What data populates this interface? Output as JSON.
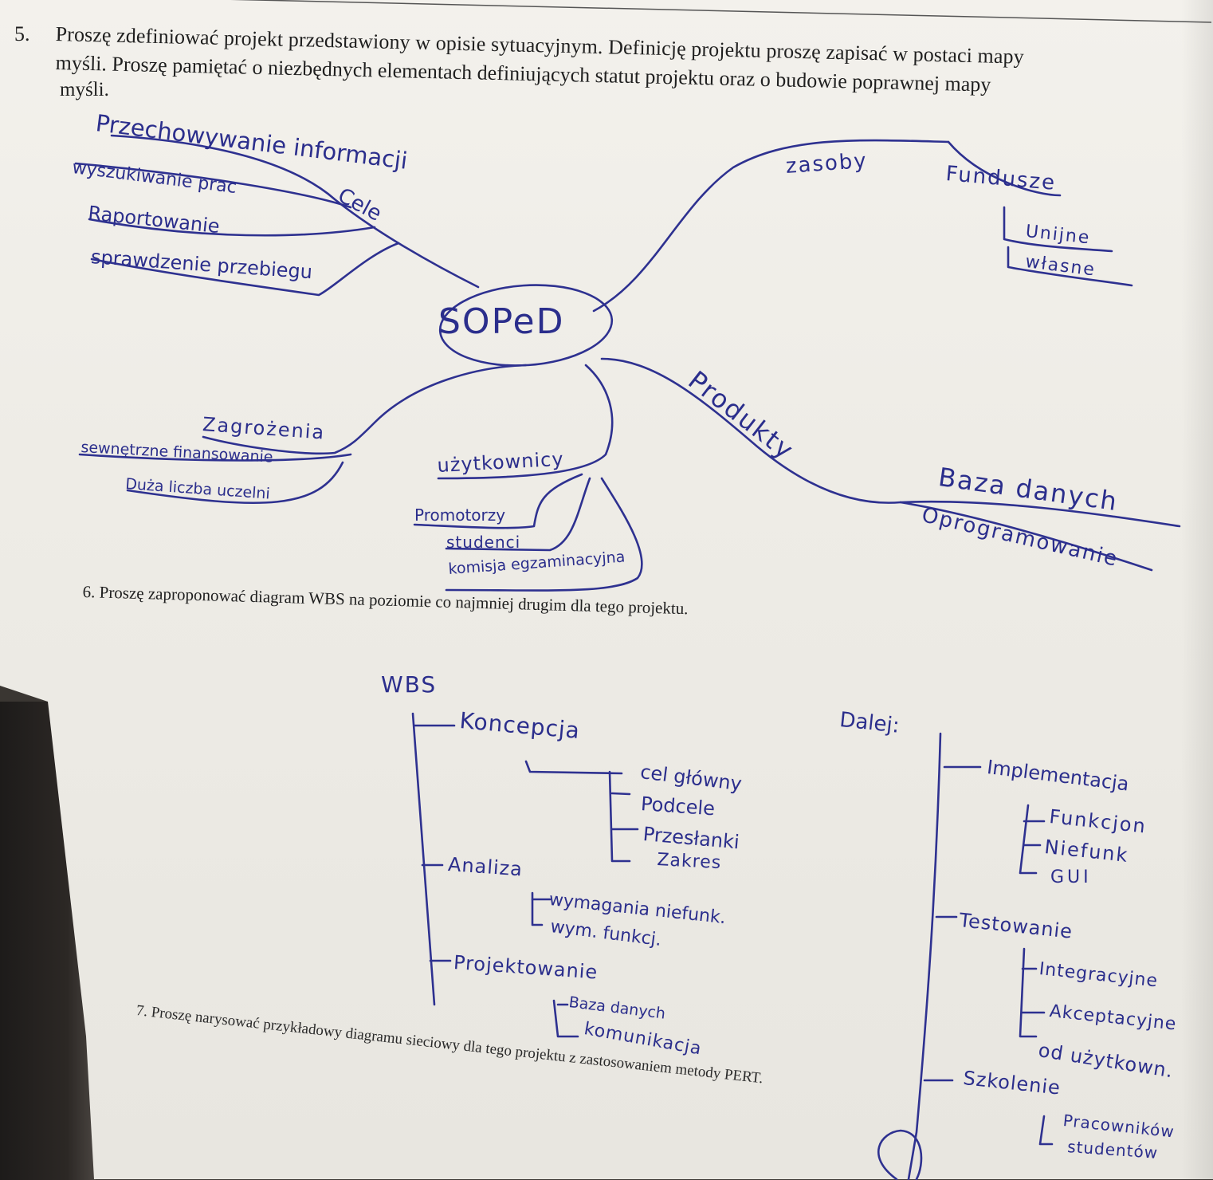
{
  "printed": {
    "q5_number": "5.",
    "q5_line1": "Proszę zdefiniować projekt przedstawiony w opisie sytuacyjnym. Definicję projektu proszę zapisać w postaci mapy",
    "q5_line2": "myśli. Proszę pamiętać o niezbędnych elementach definiujących statut projektu oraz o budowie poprawnej mapy",
    "q5_line3": "myśli.",
    "q6": "6.   Proszę zaproponować diagram WBS na poziomie co najmniej drugim dla tego projektu.",
    "q7": "7.   Proszę narysować przykładowy diagramu sieciowy dla tego projektu z zastosowaniem metody PERT."
  },
  "mindmap": {
    "center": "SOPeD",
    "cele": {
      "label": "Cele",
      "items": [
        "Przechowywanie informacji",
        "wyszukiwanie prac",
        "Raportowanie",
        "sprawdzenie przebiegu"
      ]
    },
    "zasoby": {
      "label": "zasoby",
      "items": [
        "Fundusze",
        "Unijne",
        "własne"
      ]
    },
    "produkty": {
      "label": "Produkty",
      "items": [
        "Baza danych",
        "Oprogramowanie"
      ]
    },
    "zagrozenia": {
      "label": "Zagrożenia",
      "items": [
        "sewnętrzne finansowanie",
        "Duża liczba uczelni"
      ]
    },
    "uzytkownicy": {
      "label": "użytkownicy",
      "items": [
        "Promotorzy",
        "studenci",
        "komisja egzaminacyjna"
      ]
    }
  },
  "wbs": {
    "title": "WBS",
    "dalej": "Dalej:",
    "koncepcja": {
      "label": "Koncepcja",
      "items": [
        "cel główny",
        "Podcele",
        "Przesłanki",
        "Zakres"
      ]
    },
    "analiza": {
      "label": "Analiza",
      "items": [
        "wymagania niefunk.",
        "wym. funkcj."
      ]
    },
    "projektowanie": {
      "label": "Projektowanie",
      "items": [
        "Baza danych",
        "komunikacja"
      ]
    },
    "implementacja": {
      "label": "Implementacja",
      "items": [
        "Funkcjon",
        "Niefunk",
        "GUI"
      ]
    },
    "testowanie": {
      "label": "Testowanie",
      "items": [
        "Integracyjne",
        "Akceptacyjne",
        "od użytkown."
      ]
    },
    "szkolenie": {
      "label": "Szkolenie",
      "items": [
        "Pracowników",
        "studentów"
      ]
    }
  }
}
